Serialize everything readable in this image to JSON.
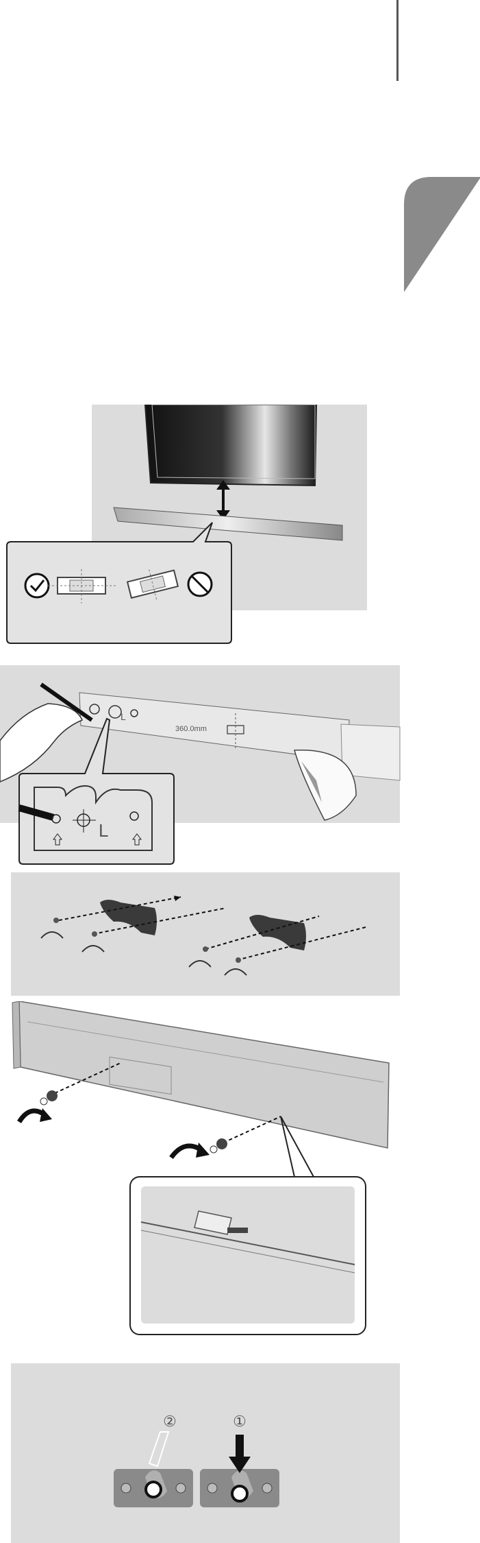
{
  "panel_template": {
    "dimension_label": "360.0mm",
    "left_marker": "L"
  },
  "panel_template_zoom": {
    "marker": "L"
  },
  "panel_slot": {
    "step_1": "①",
    "step_2": "②"
  },
  "colors": {
    "panel_bg": "#dcdcdc",
    "thumb_tab": "#8a8a8a",
    "bracket": "#3a3a3a",
    "soundbar": "#cfcfcf"
  },
  "icons": [
    "check-circle-icon",
    "prohibited-icon",
    "rotate-arrow-icon",
    "down-arrow-icon"
  ]
}
